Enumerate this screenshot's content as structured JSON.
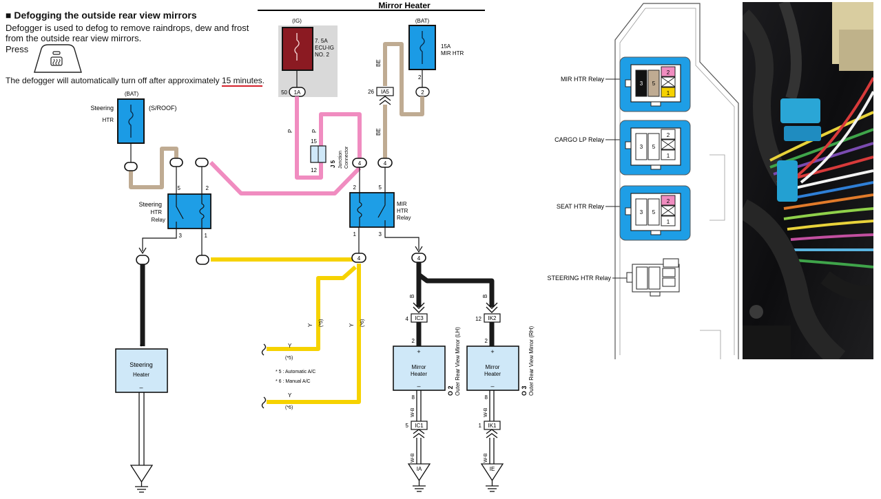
{
  "intro": {
    "title": "■ Defogging the outside rear view mirrors",
    "line1": "Defogger is used to defog to remove raindrops, dew and frost",
    "line2": "from the outside rear view mirrors.",
    "press": "Press",
    "auto_prefix": "The defogger will automatically turn off after approximately ",
    "auto_highlight": "15 minutes",
    "auto_suffix": "."
  },
  "diagram": {
    "section_title": "Mirror Heater",
    "ig_label": "(IG)",
    "ig_fuse": {
      "amp": "7. 5A",
      "name1": "ECU-IG",
      "name2": "NO. 2",
      "pin": "50",
      "connector": "1A"
    },
    "bat_label": "(BAT)",
    "mir_fuse": {
      "amp": "15A",
      "name": "MIR HTR",
      "pin": "2",
      "connector": "2"
    },
    "steering_fuse": {
      "bat": "(BAT)",
      "name1": "Steering",
      "name2": "HTR",
      "note": "(S/ROOF)"
    },
    "junction": {
      "pin_top": "15",
      "pin_bottom": "12",
      "code": "J 5",
      "name1": "Junction",
      "name2": "Connector"
    },
    "ia5": {
      "pin": "26",
      "connector": "IA5"
    },
    "wire_P": "P",
    "wire_BE": "BE",
    "wire_Y": "Y",
    "wire_B": "B",
    "wire_WB": "W-B",
    "steering_relay": {
      "name1": "Steering",
      "name2": "HTR",
      "name3": "Relay",
      "pin5": "5",
      "pin2": "2",
      "pin3": "3",
      "pin1": "1"
    },
    "mir_relay": {
      "name1": "MIR",
      "name2": "HTR",
      "name3": "Relay",
      "pin2": "2",
      "pin5": "5",
      "pin1": "1",
      "pin3": "3",
      "conn4": "4"
    },
    "steering_heater": {
      "plus": "+",
      "name1": "Steering",
      "name2": "Heater",
      "minus": "–"
    },
    "note5": "(*5)",
    "note6": "(*6)",
    "legend5": "* 5 : Automatic A/C",
    "legend6": "* 6 : Manual A/C",
    "mirror_lh": {
      "conn": "IC3",
      "pin": "4",
      "pin2": "2",
      "plus": "+",
      "name1": "Mirror",
      "name2": "Heater",
      "minus": "–",
      "pin8": "8",
      "ic1_pin": "5",
      "ic1": "IC1",
      "ground": "IA",
      "code": "O 2",
      "label": "Outer Rear View Mirror (LH)"
    },
    "mirror_rh": {
      "conn": "IK2",
      "pin": "12",
      "pin2": "2",
      "plus": "+",
      "name1": "Mirror",
      "name2": "Heater",
      "minus": "–",
      "pin8": "8",
      "ik1_pin": "1",
      "ik1": "IK1",
      "ground": "IE",
      "code": "O 3",
      "label": "Outer Rear View Mirror (RH)"
    }
  },
  "relay_box": {
    "labels": [
      "MIR HTR Relay",
      "CARGO LP Relay",
      "SEAT HTR Relay",
      "STEERING HTR Relay"
    ],
    "mir_pins": [
      "3",
      "5",
      "2",
      "1"
    ],
    "cargo_pins": [
      "3",
      "5",
      "2",
      "1"
    ],
    "seat_pins": [
      "3",
      "5",
      "2",
      "1"
    ]
  },
  "colors": {
    "pink": "#f08cc0",
    "tan": "#bfab92",
    "yellow": "#f6d200",
    "black": "#1a1a1a",
    "relay_blue": "#1e9ee6",
    "fuse_red": "#8b1a22",
    "fuse_blue": "#1b9be5",
    "heater_fill": "#cfe8f8"
  }
}
